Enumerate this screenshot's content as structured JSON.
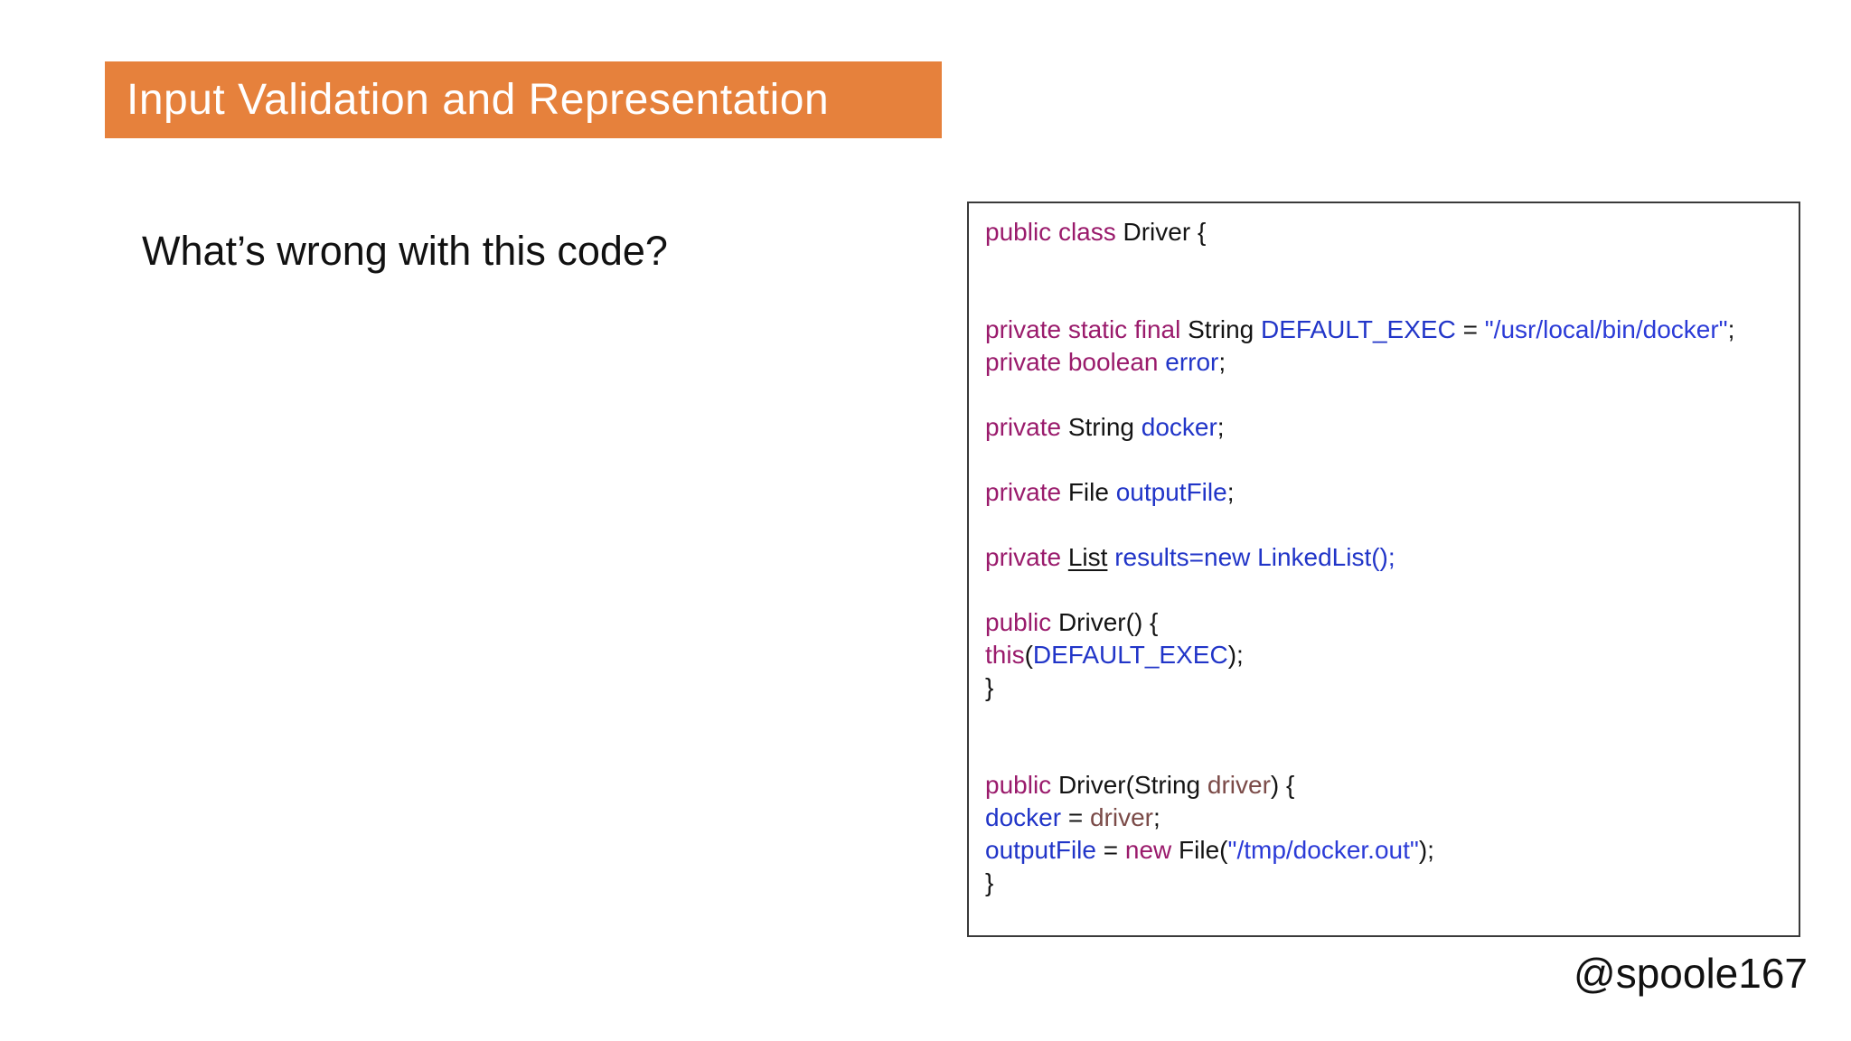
{
  "slide": {
    "title": "Input Validation and Representation",
    "question": "What’s wrong with this code?",
    "handle": "@spoole167"
  },
  "colors": {
    "banner_bg": "#E6813C",
    "banner_text": "#FFFFFF",
    "keyword": "#9A1B6C",
    "field": "#2135C8",
    "string_literal": "#2B3BD7",
    "parameter": "#7B4B48",
    "plain": "#141414",
    "box_border": "#3A3A3A",
    "page_bg": "#FFFFFF"
  },
  "code": {
    "language": "java",
    "lines": [
      [
        [
          "public class",
          "kw"
        ],
        [
          " Driver {",
          "plain"
        ]
      ],
      [],
      [],
      [
        [
          "private static final",
          "kw"
        ],
        [
          " String ",
          "plain"
        ],
        [
          "DEFAULT_EXEC",
          "field"
        ],
        [
          " = ",
          "plain"
        ],
        [
          "\"/usr/local/bin/docker\"",
          "string"
        ],
        [
          ";",
          "plain"
        ]
      ],
      [
        [
          "private boolean",
          "kw"
        ],
        [
          " ",
          "plain"
        ],
        [
          "error",
          "field"
        ],
        [
          ";",
          "plain"
        ]
      ],
      [],
      [
        [
          "private",
          "kw"
        ],
        [
          " String ",
          "plain"
        ],
        [
          "docker",
          "field"
        ],
        [
          ";",
          "plain"
        ]
      ],
      [],
      [
        [
          "private",
          "kw"
        ],
        [
          " File ",
          "plain"
        ],
        [
          "outputFile",
          "field"
        ],
        [
          ";",
          "plain"
        ]
      ],
      [],
      [
        [
          "private",
          "kw"
        ],
        [
          " ",
          "plain"
        ],
        [
          "List",
          "type-underline"
        ],
        [
          " ",
          "plain"
        ],
        [
          "results=new LinkedList();",
          "field"
        ]
      ],
      [],
      [
        [
          "public",
          "kw"
        ],
        [
          " Driver() {",
          "plain"
        ]
      ],
      [
        [
          "this",
          "kw"
        ],
        [
          "(",
          "plain"
        ],
        [
          "DEFAULT_EXEC",
          "field"
        ],
        [
          ");",
          "plain"
        ]
      ],
      [
        [
          "}",
          "plain"
        ]
      ],
      [],
      [],
      [
        [
          "public",
          "kw"
        ],
        [
          " Driver(String ",
          "plain"
        ],
        [
          "driver",
          "param"
        ],
        [
          ") {",
          "plain"
        ]
      ],
      [
        [
          "docker",
          "field"
        ],
        [
          " = ",
          "plain"
        ],
        [
          "driver",
          "param"
        ],
        [
          ";",
          "plain"
        ]
      ],
      [
        [
          "outputFile",
          "field"
        ],
        [
          " = ",
          "plain"
        ],
        [
          "new",
          "kw"
        ],
        [
          " File(",
          "plain"
        ],
        [
          "\"/tmp/docker.out\"",
          "string"
        ],
        [
          ");",
          "plain"
        ]
      ],
      [
        [
          "}",
          "plain"
        ]
      ]
    ]
  }
}
